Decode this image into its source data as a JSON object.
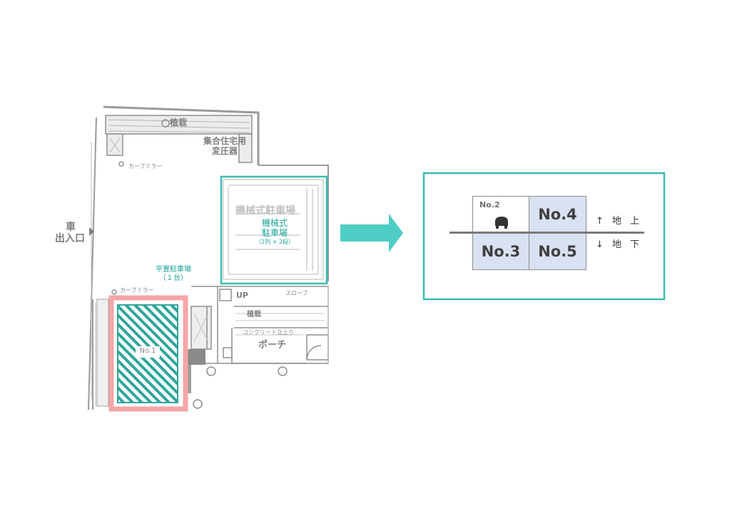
{
  "floor_plan": {
    "car_entrance_line1": "車",
    "car_entrance_line2": "出入口",
    "building_label_line1": "集合住宅用",
    "building_label_line2": "変圧器",
    "hedge_label": "植栽",
    "hedge_label_lower": "植栽",
    "mirror_top": "カーブミラー",
    "mirror_bottom": "カーブミラー",
    "up_label": "UP",
    "slope_label": "スロープ",
    "concrete_label": "コンクリート立上り",
    "porch_label": "ポーチ",
    "ghost_parking_title": "機械式駐車場"
  },
  "mechanical_parking": {
    "title_line1": "機械式",
    "title_line2": "駐車場",
    "subtitle": "（2列 × 2段）"
  },
  "flat_parking": {
    "label_line1": "平置駐車場",
    "label_line2": "（１台）",
    "space_label": "No.1"
  },
  "detail": {
    "spaces": {
      "no2": "No.2",
      "no3": "No.3",
      "no4": "No.4",
      "no5": "No.5"
    },
    "above_ground": "↑ 地 上",
    "below_ground": "↓ 地 下"
  },
  "colors": {
    "teal": "#3bbbb0",
    "arrow": "#4ecdc4",
    "pink": "#f4a6a6",
    "cell_blue": "#d9e2f2",
    "plan_gray": "#8c8c8c"
  }
}
